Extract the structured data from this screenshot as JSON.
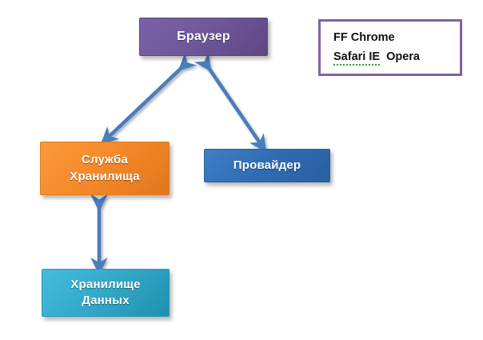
{
  "diagram": {
    "title": "",
    "background_color": "#ffffff",
    "arrow_color": "#4a7ebb",
    "nodes": [
      {
        "id": "browser",
        "lines": [
          "Браузер"
        ],
        "color": "#6f589c",
        "shape": "rectangle"
      },
      {
        "id": "storage-service",
        "lines": [
          "Служба",
          "Хранилища"
        ],
        "color": "#f58a2a",
        "shape": "rectangle"
      },
      {
        "id": "provider",
        "lines": [
          "Провайдер"
        ],
        "color": "#2f6cb4",
        "shape": "rectangle"
      },
      {
        "id": "data-store",
        "lines": [
          "Хранилище",
          "Данных"
        ],
        "color": "#34aacb",
        "shape": "rectangle"
      }
    ],
    "connectors": [
      {
        "id": "browser-storage-service",
        "from": "browser",
        "to": "storage-service",
        "style": "double-headed",
        "color": "#4a7ebb"
      },
      {
        "id": "browser-provider",
        "from": "browser",
        "to": "provider",
        "style": "double-headed",
        "color": "#4a7ebb"
      },
      {
        "id": "storage-service-data-store",
        "from": "storage-service",
        "to": "data-store",
        "style": "double-headed",
        "color": "#4a7ebb"
      }
    ],
    "legend": {
      "border_color": "#8064a2",
      "spellcheck_underline_color": "#2e9b2e",
      "line1": "FF Chrome",
      "line2_marked": "Safari  IE",
      "line2_plain": "Opera"
    }
  }
}
